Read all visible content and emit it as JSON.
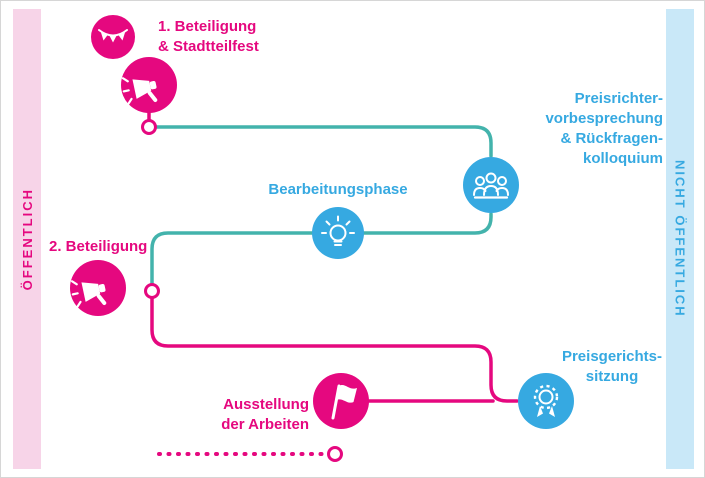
{
  "colors": {
    "pink": "#e5087f",
    "blue": "#36a9e1",
    "teal": "#43b3ac",
    "pink_band_bg": "#f7d4e8",
    "blue_band_bg": "#c9e8f8"
  },
  "bands": {
    "left_label": "ÖFFENTLICH",
    "right_label": "NICHT ÖFFENTLICH"
  },
  "labels": {
    "step1": "1. Beteiligung\n& Stadtteilfest",
    "jury_meeting": "Preisrichter-\nvorbesprechung\n& Rückfragen-\nkolloquium",
    "phase": "Bearbeitungsphase",
    "step2": "2. Beteiligung",
    "jury_session": "Preisgerichts-\nsitzung",
    "exhibition": "Ausstellung\nder Arbeiten"
  },
  "icons": {
    "step1_festival": "bunting-icon",
    "step1": "megaphone-icon",
    "jury_meeting": "people-icon",
    "phase": "lightbulb-icon",
    "step2": "megaphone-icon",
    "jury_session": "medal-icon",
    "exhibition": "flag-icon"
  }
}
